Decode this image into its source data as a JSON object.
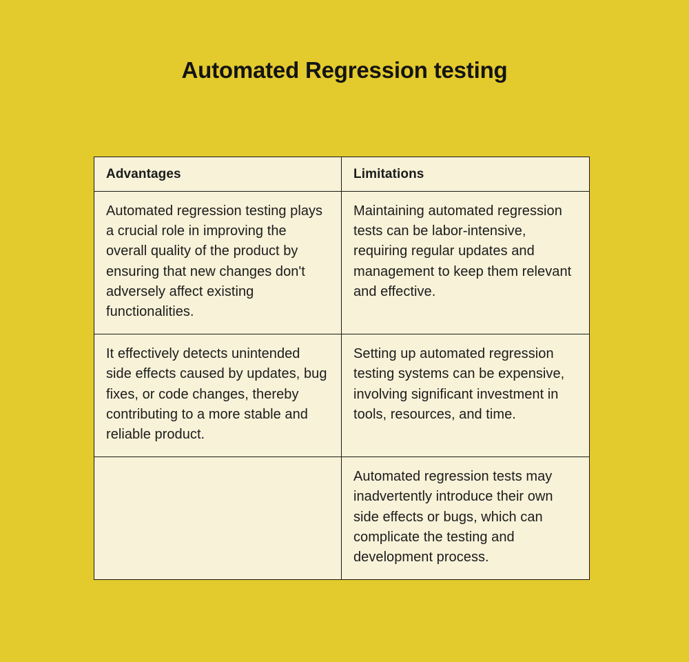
{
  "page": {
    "title": "Automated Regression testing",
    "background_color": "#e3ca2d",
    "cell_background_color": "#f7f2d8",
    "border_color": "#1a1a17",
    "text_color": "#1b1b1b"
  },
  "table": {
    "headers": [
      "Advantages",
      "Limitations"
    ],
    "rows": [
      {
        "advantage": "Automated regression testing plays a crucial role in improving the overall quality of the product by ensuring that new changes don't adversely affect existing functionalities.",
        "limitation": "Maintaining automated regression tests can be labor-intensive, requiring regular updates and management to keep them relevant and effective."
      },
      {
        "advantage": "It effectively detects unintended side effects caused by updates, bug fixes, or code changes, thereby contributing to a more stable and reliable product.",
        "limitation": "Setting up automated regression testing systems can be expensive, involving significant investment in tools, resources, and time."
      },
      {
        "advantage": "",
        "limitation": "Automated regression tests may inadvertently introduce their own side effects or bugs, which can complicate the testing and development process."
      }
    ]
  }
}
